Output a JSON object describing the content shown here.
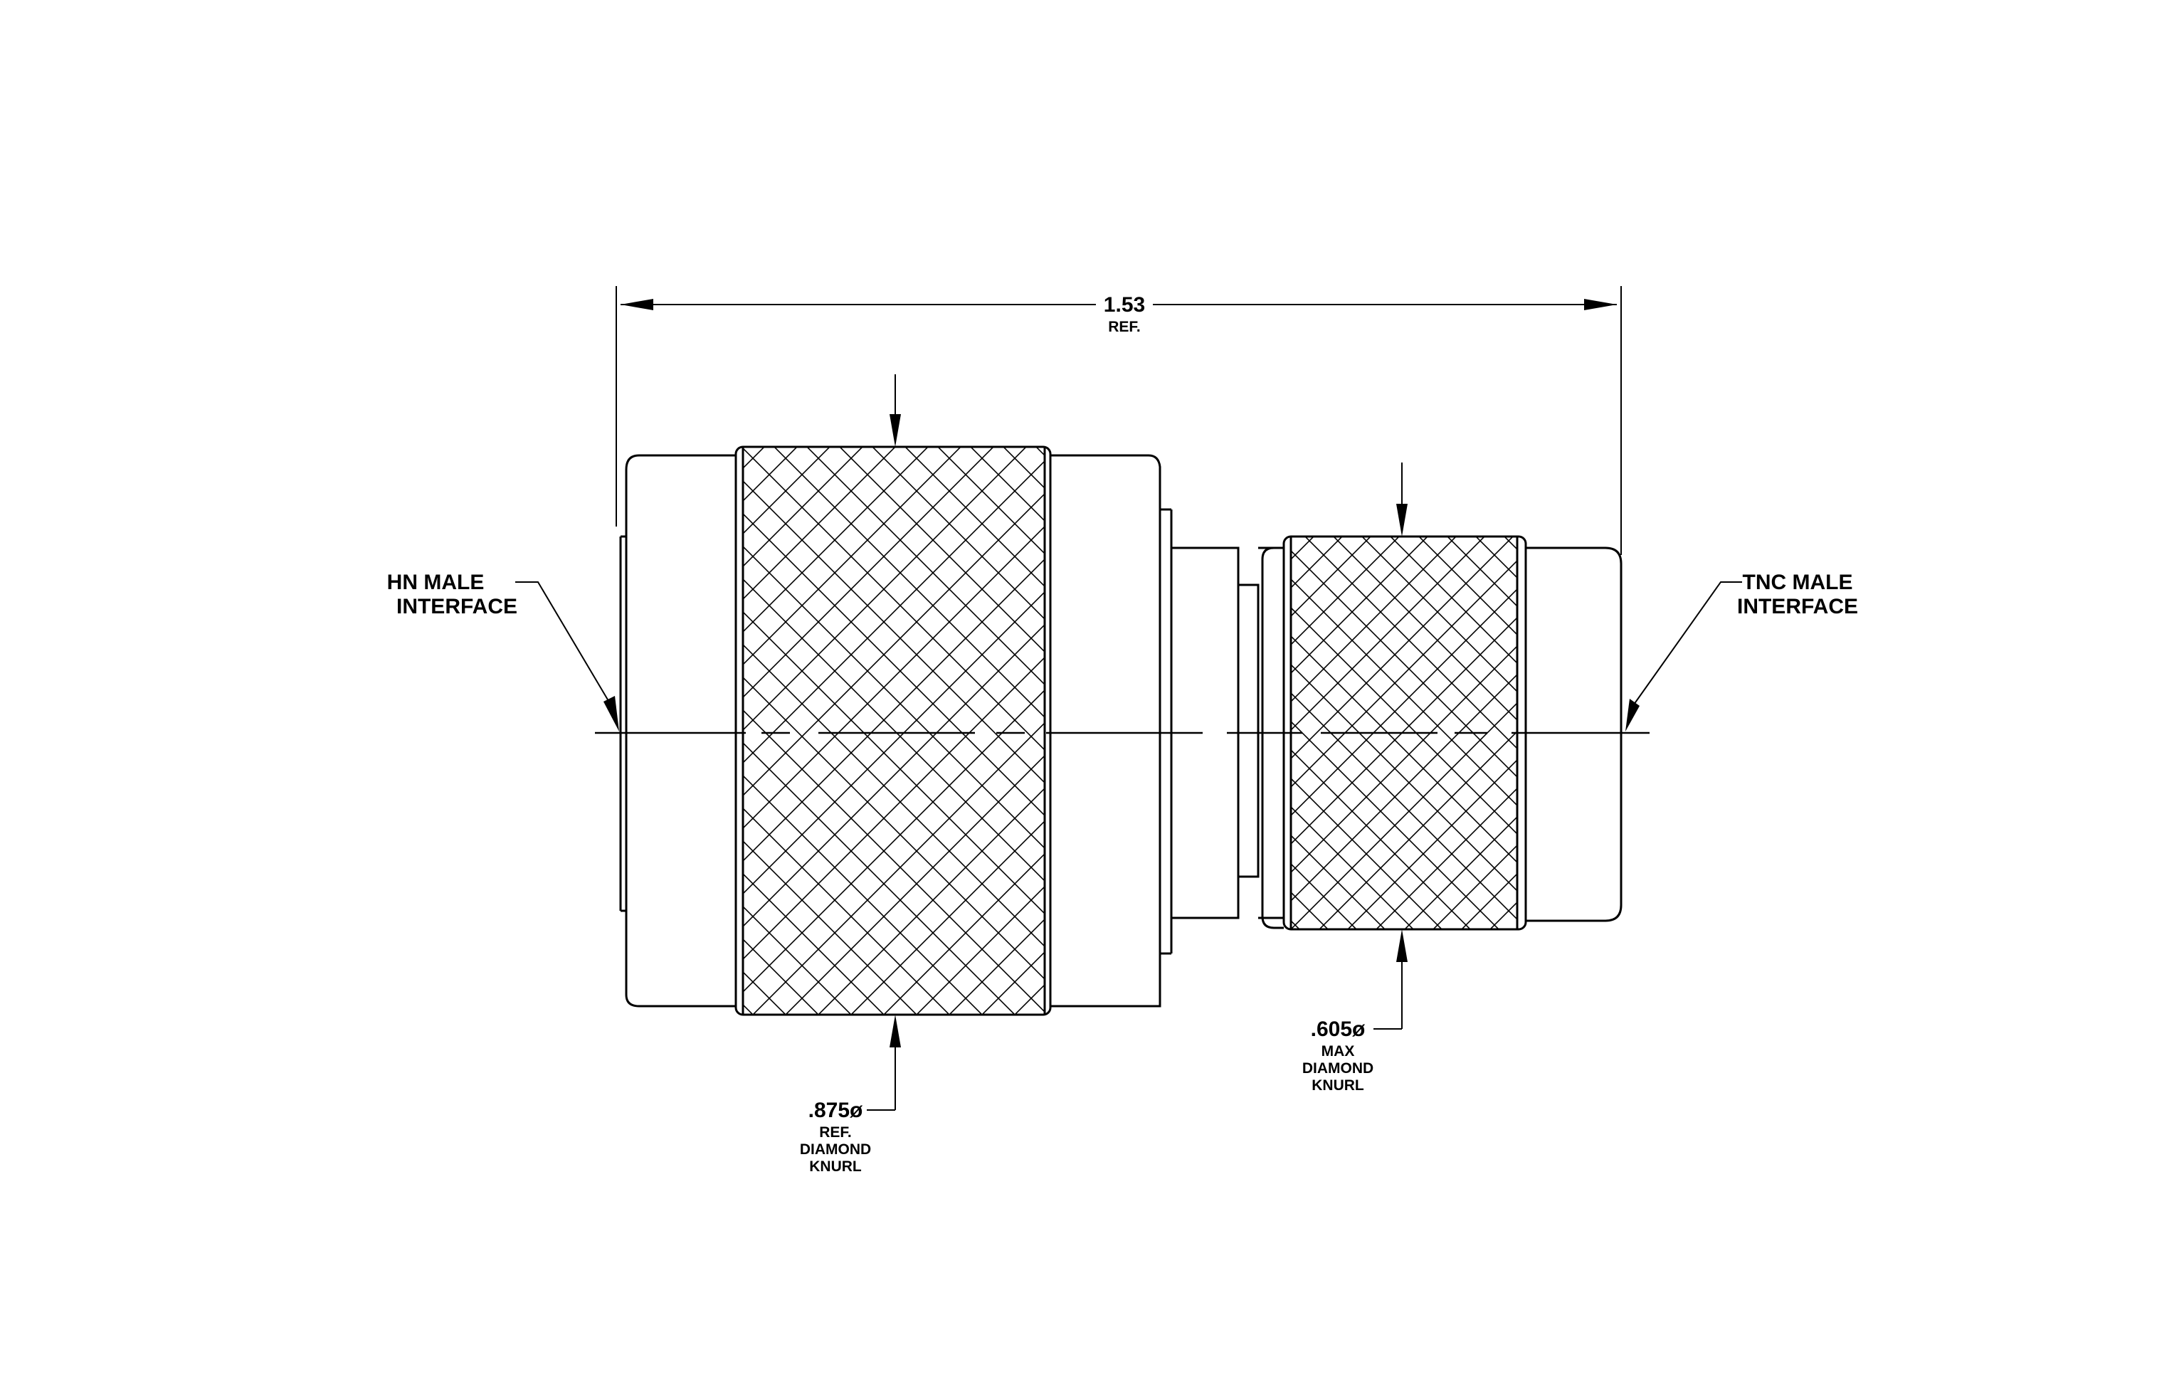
{
  "dimensions": {
    "overall_length": {
      "value": "1.53",
      "note": "REF."
    },
    "hn_knurl": {
      "value": ".875ø",
      "lines": [
        "REF.",
        "DIAMOND",
        "KNURL"
      ]
    },
    "tnc_knurl": {
      "value": ".605ø",
      "lines": [
        "MAX",
        "DIAMOND",
        "KNURL"
      ]
    }
  },
  "callouts": {
    "hn": {
      "line1": "HN  MALE",
      "line2": "INTERFACE"
    },
    "tnc": {
      "line1": "TNC  MALE",
      "line2": "INTERFACE"
    }
  }
}
